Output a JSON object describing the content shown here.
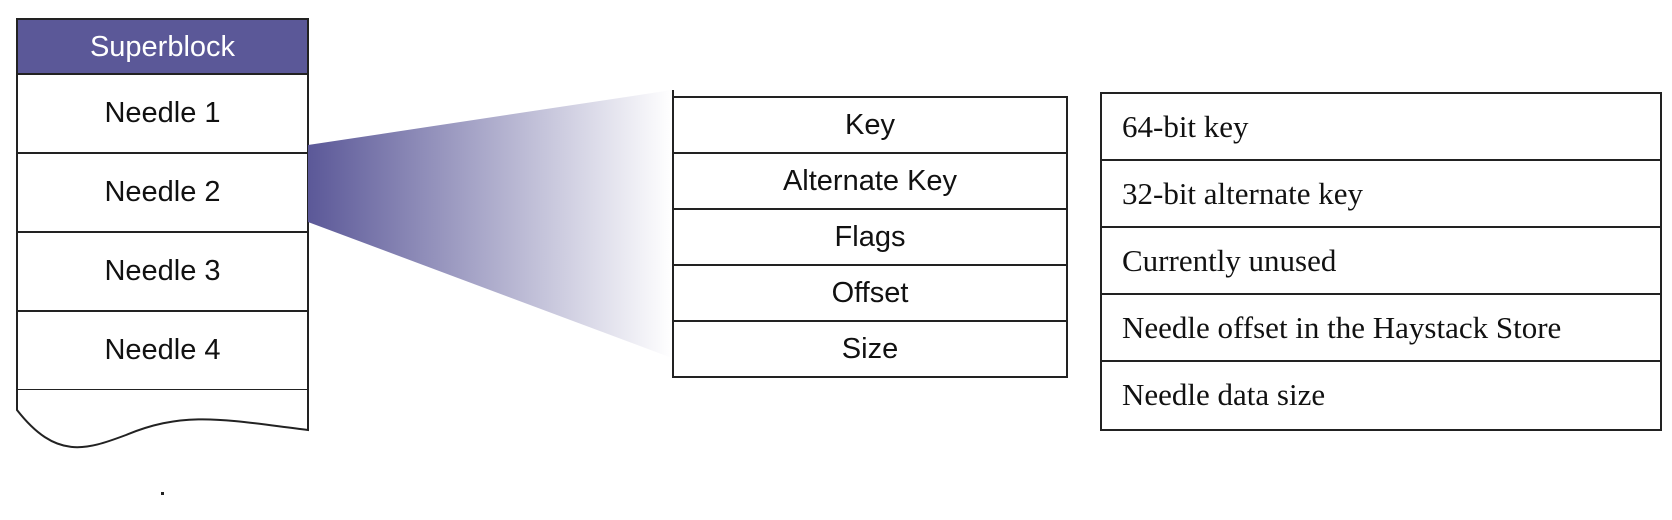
{
  "store": {
    "header": "Superblock",
    "needles": [
      {
        "label": "Needle 1"
      },
      {
        "label": "Needle 2"
      },
      {
        "label": "Needle 3"
      },
      {
        "label": "Needle 4"
      }
    ]
  },
  "needle_fields": [
    {
      "label": "Key"
    },
    {
      "label": "Alternate Key"
    },
    {
      "label": "Flags"
    },
    {
      "label": "Offset"
    },
    {
      "label": "Size"
    }
  ],
  "field_descriptions": [
    {
      "text": "64-bit key"
    },
    {
      "text": "32-bit alternate key"
    },
    {
      "text": "Currently unused"
    },
    {
      "text": "Needle offset in the Haystack Store"
    },
    {
      "text": "Needle data size"
    }
  ],
  "colors": {
    "superblock_fill": "#5b5898",
    "wedge_gradient_start": "#5b5898",
    "wedge_gradient_end": "#ffffff"
  }
}
